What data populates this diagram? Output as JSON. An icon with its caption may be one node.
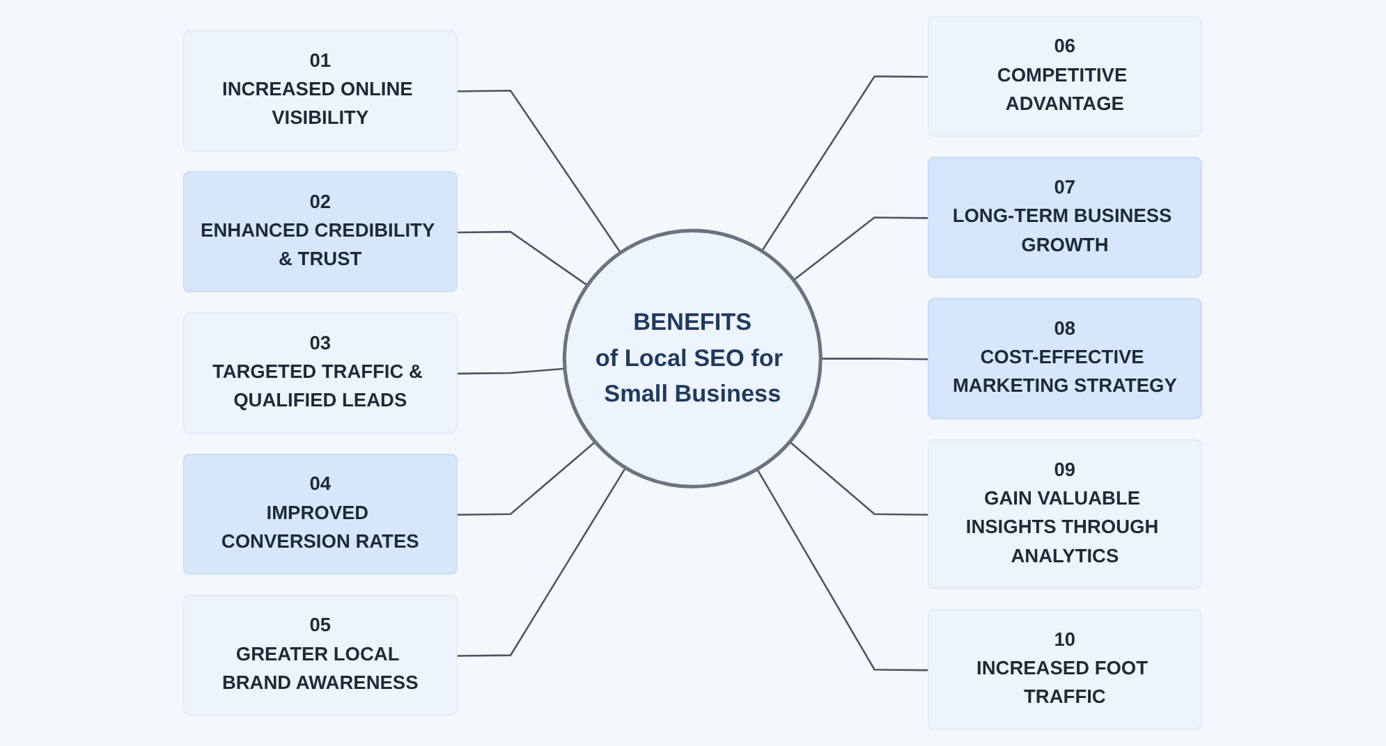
{
  "diagram": {
    "nodes": [
      {
        "text": [
          "01",
          "INCREASED ONLINE VISIBILITY"
        ]
      },
      {
        "text": [
          "02",
          "ENHANCED CREDIBILITY & TRUST"
        ]
      },
      {
        "text": [
          "03",
          "TARGETED TRAFFIC & QUALIFIED LEADS"
        ]
      },
      {
        "text": [
          "04",
          "IMPROVED CONVERSION RATES"
        ]
      },
      {
        "text": [
          "05",
          "GREATER LOCAL BRAND AWARENESS"
        ]
      },
      {
        "text": [
          "BENEFITS",
          "of Local SEO for Small Business"
        ]
      },
      {
        "text": [
          "06",
          "COMPETITIVE ADVANTAGE"
        ]
      },
      {
        "text": [
          "07",
          "LONG-TERM BUSINESS GROWTH"
        ]
      },
      {
        "text": [
          "08",
          "COST-EFFECTIVE MARKETING STRATEGY"
        ]
      },
      {
        "text": [
          "09",
          "GAIN VALUABLE INSIGHTS THROUGH ANALYTICS"
        ]
      },
      {
        "text": [
          "10",
          "INCREASED FOOT TRAFFIC"
        ]
      }
    ],
    "edges": [
      {
        "from": 0,
        "to": 5,
        "arrow": "none"
      },
      {
        "from": 1,
        "to": 5,
        "arrow": "none"
      },
      {
        "from": 2,
        "to": 5,
        "arrow": "none"
      },
      {
        "from": 3,
        "to": 5,
        "arrow": "none"
      },
      {
        "from": 4,
        "to": 5,
        "arrow": "none"
      },
      {
        "from": 5,
        "to": 6,
        "arrow": "none"
      },
      {
        "from": 5,
        "to": 7,
        "arrow": "none"
      },
      {
        "from": 5,
        "to": 8,
        "arrow": "none"
      },
      {
        "from": 5,
        "to": 9,
        "arrow": "none"
      },
      {
        "from": 5,
        "to": 10,
        "arrow": "none"
      }
    ]
  }
}
